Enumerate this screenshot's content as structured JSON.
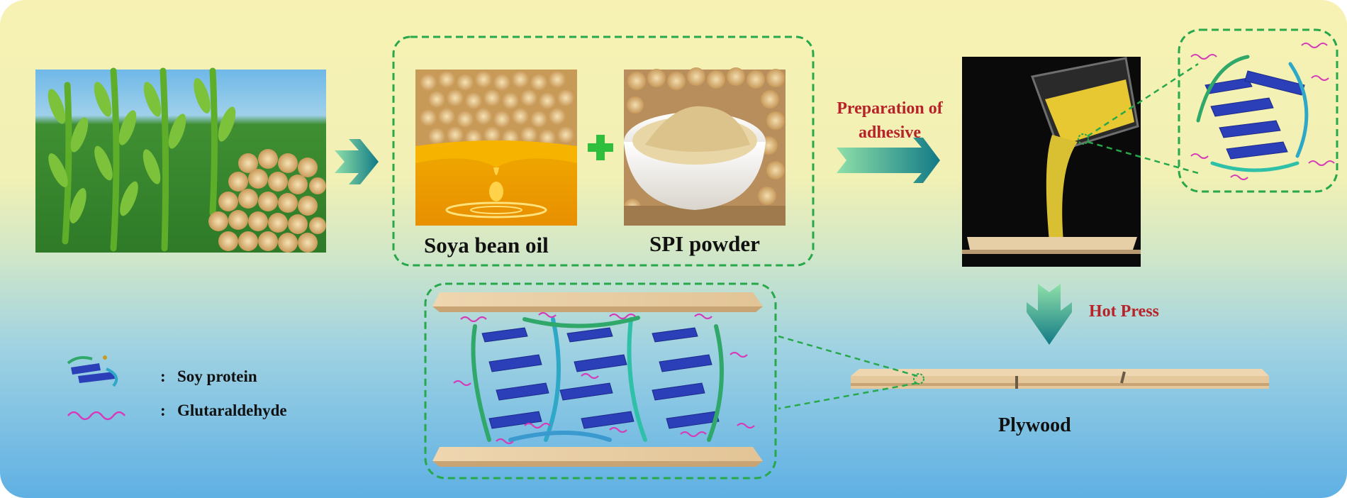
{
  "labels": {
    "soya_bean_oil": "Soya bean oil",
    "spi_powder": "SPI powder",
    "preparation_line1": "Preparation of",
    "preparation_line2": "adhesive",
    "hot_press": "Hot Press",
    "plywood": "Plywood"
  },
  "legend": {
    "separator": ":",
    "soy_protein": "Soy protein",
    "glutaraldehyde": "Glutaraldehyde"
  },
  "colors": {
    "arrow_teal": "#1aa88a",
    "plus_green": "#2fbf3c",
    "dashed_green": "#27a84a",
    "accent_red": "#b8232a",
    "protein_blue": "#2b3fb8",
    "glutaraldehyde_magenta": "#d63ab8",
    "wood": "#e8cfa8"
  }
}
